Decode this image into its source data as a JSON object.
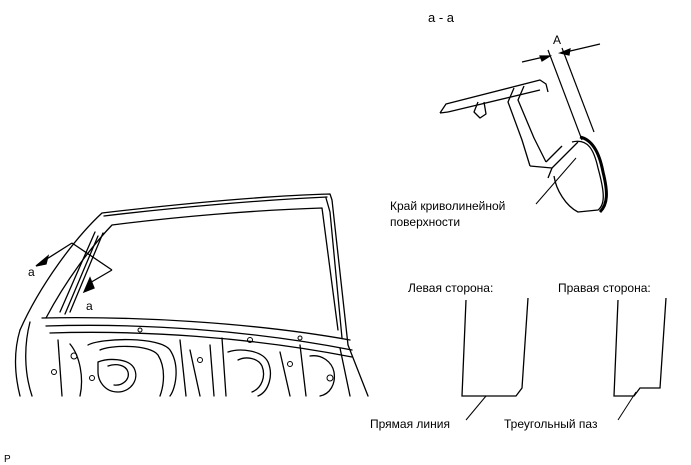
{
  "section_title": "a - a",
  "dimension_label": "A",
  "curved_edge_label_line1": "Край криволинейной",
  "curved_edge_label_line2": "поверхности",
  "left_side_title": "Левая сторона:",
  "right_side_title": "Правая сторона:",
  "straight_line_label": "Прямая линия",
  "triangular_groove_label": "Треугольный паз",
  "section_marker_upper": "a",
  "section_marker_lower": "a",
  "corner_code": "P"
}
